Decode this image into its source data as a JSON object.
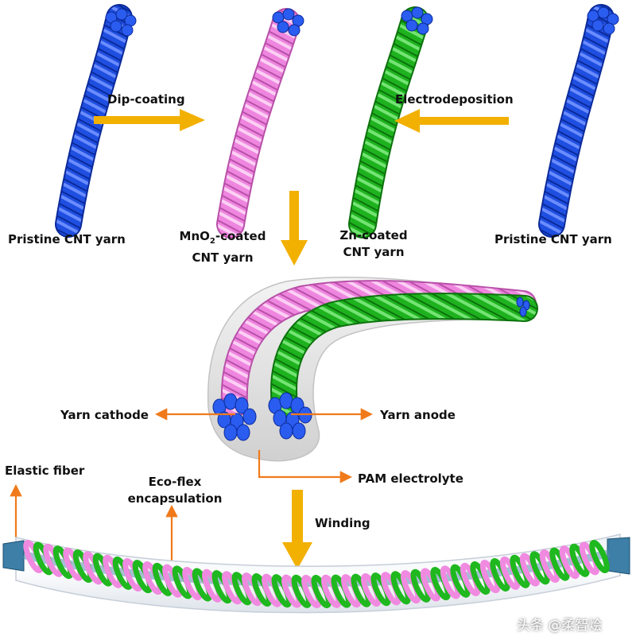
{
  "labels": {
    "pristine_left": "Pristine CNT yarn",
    "pristine_right": "Pristine CNT yarn",
    "mno2_line1_a": "MnO",
    "mno2_line1_sub": "2",
    "mno2_line1_b": "-coated",
    "mno2_line2": "CNT yarn",
    "zn_line1": "Zn-coated",
    "zn_line2": "CNT yarn",
    "dip_coating": "Dip-coating",
    "electrodeposition": "Electrodeposition",
    "yarn_cathode": "Yarn cathode",
    "yarn_anode": "Yarn anode",
    "pam_electrolyte": "PAM  electrolyte",
    "elastic_fiber": "Elastic fiber",
    "ecoflex_line1": "Eco-flex",
    "ecoflex_line2": "encapsulation",
    "winding": "Winding"
  },
  "watermark": "头条 @柔智烩",
  "colors": {
    "cnt_blue": "#1f4fe0",
    "mno2_pink": "#f08ae0",
    "zn_green": "#1fb81f",
    "process_arrow": "#f2b000",
    "pointer_arrow": "#f07a1a",
    "gel": "#d8d8d8"
  }
}
